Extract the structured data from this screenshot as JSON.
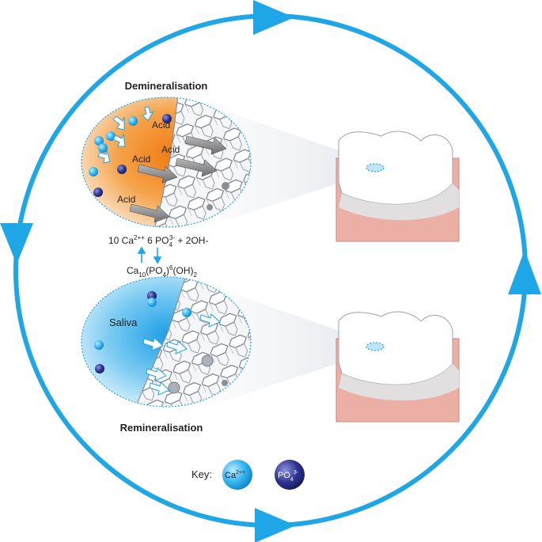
{
  "headings": {
    "demineralisation": "Demineralisation",
    "remineralisation": "Remineralisation"
  },
  "acid_labels": [
    "Acid",
    "Acid",
    "Acid",
    "Acid"
  ],
  "saliva_label": "Saliva",
  "equation": {
    "top": {
      "a": "10 Ca",
      "a_sup": "2++",
      "b": " 6 PO",
      "b_sub": "4",
      "b_sup": "3-",
      "c": " + 2OH-"
    },
    "bottom": {
      "a": "Ca",
      "a_sub": "10",
      "b": "(PO",
      "b_sub": "4",
      "c": ")",
      "c_sup": "6",
      "d": "(OH)",
      "d_sub": "2"
    }
  },
  "key": {
    "label": "Key:",
    "calcium": {
      "text": "Ca",
      "sup": "2++"
    },
    "phosphate": {
      "text": "PO",
      "sub": "4",
      "sup": "3-"
    }
  },
  "colors": {
    "cycle_arrow": "#1ea6e6",
    "acid_orange": "#f08a1c",
    "saliva_blue": "#2aa6e8",
    "calcium_ion": "#38b8ee",
    "phosphate_ion": "#2a2f8c",
    "gum": "#e9a9a0",
    "enamel_grey": "#cfd4d9"
  },
  "icons": [
    "calcium-ion-icon",
    "phosphate-ion-icon",
    "tooth-icon",
    "acid-arrow-icon",
    "cycle-arrow-icon"
  ]
}
